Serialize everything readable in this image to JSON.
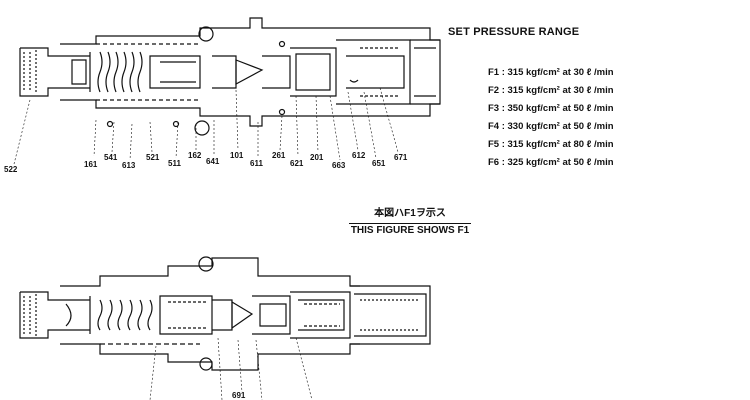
{
  "pressure_range": {
    "title": "SET PRESSURE RANGE",
    "settings": [
      "F1 : 315 kgf/cm² at 30 ℓ /min",
      "F2 : 315 kgf/cm² at 30 ℓ /min",
      "F3 : 350 kgf/cm² at 50 ℓ /min",
      "F4 : 330 kgf/cm² at 50 ℓ /min",
      "F5 : 315 kgf/cm² at 80 ℓ /min",
      "F6 : 325 kgf/cm² at 50 ℓ /min"
    ]
  },
  "caption": {
    "japanese": "本図ハF1ヲ示ス",
    "english": "THIS FIGURE SHOWS   F1"
  },
  "part_numbers_top": [
    "522",
    "161",
    "541",
    "613",
    "521",
    "511",
    "162",
    "641",
    "101",
    "611",
    "261",
    "621",
    "201",
    "663",
    "612",
    "651",
    "671"
  ],
  "part_numbers_bottom": [
    "691"
  ]
}
